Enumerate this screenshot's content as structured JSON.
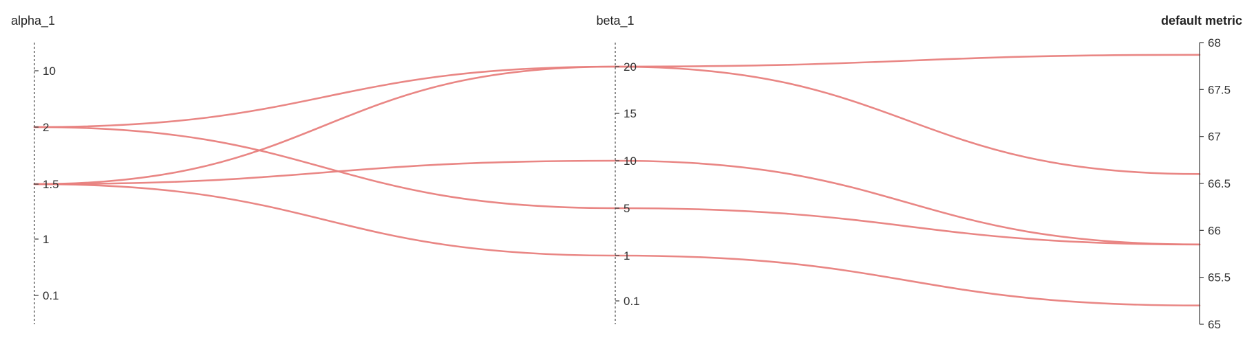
{
  "chart_data": {
    "type": "parallel_coordinates",
    "title": "",
    "axes": [
      {
        "name": "alpha_1",
        "ticks": [
          "10",
          "2",
          "1.5",
          "1",
          "0.1"
        ],
        "scale": "categorical",
        "style": "dotted",
        "bold_title": false
      },
      {
        "name": "beta_1",
        "ticks": [
          "20",
          "15",
          "10",
          "5",
          "1",
          "0.1"
        ],
        "scale": "categorical",
        "style": "dotted",
        "bold_title": false
      },
      {
        "name": "default metric",
        "ticks": [
          "68",
          "67.5",
          "67",
          "66.5",
          "66",
          "65.5",
          "65"
        ],
        "scale": "linear",
        "range": [
          65,
          68
        ],
        "style": "solid",
        "bold_title": true
      }
    ],
    "series": [
      {
        "values": [
          "2",
          "20",
          67.87
        ]
      },
      {
        "values": [
          "1.5",
          "20",
          66.6
        ]
      },
      {
        "values": [
          "1.5",
          "10",
          65.85
        ]
      },
      {
        "values": [
          "2",
          "5",
          65.85
        ]
      },
      {
        "values": [
          "1.5",
          "1",
          65.2
        ]
      }
    ],
    "line_color": "#e8807d"
  }
}
